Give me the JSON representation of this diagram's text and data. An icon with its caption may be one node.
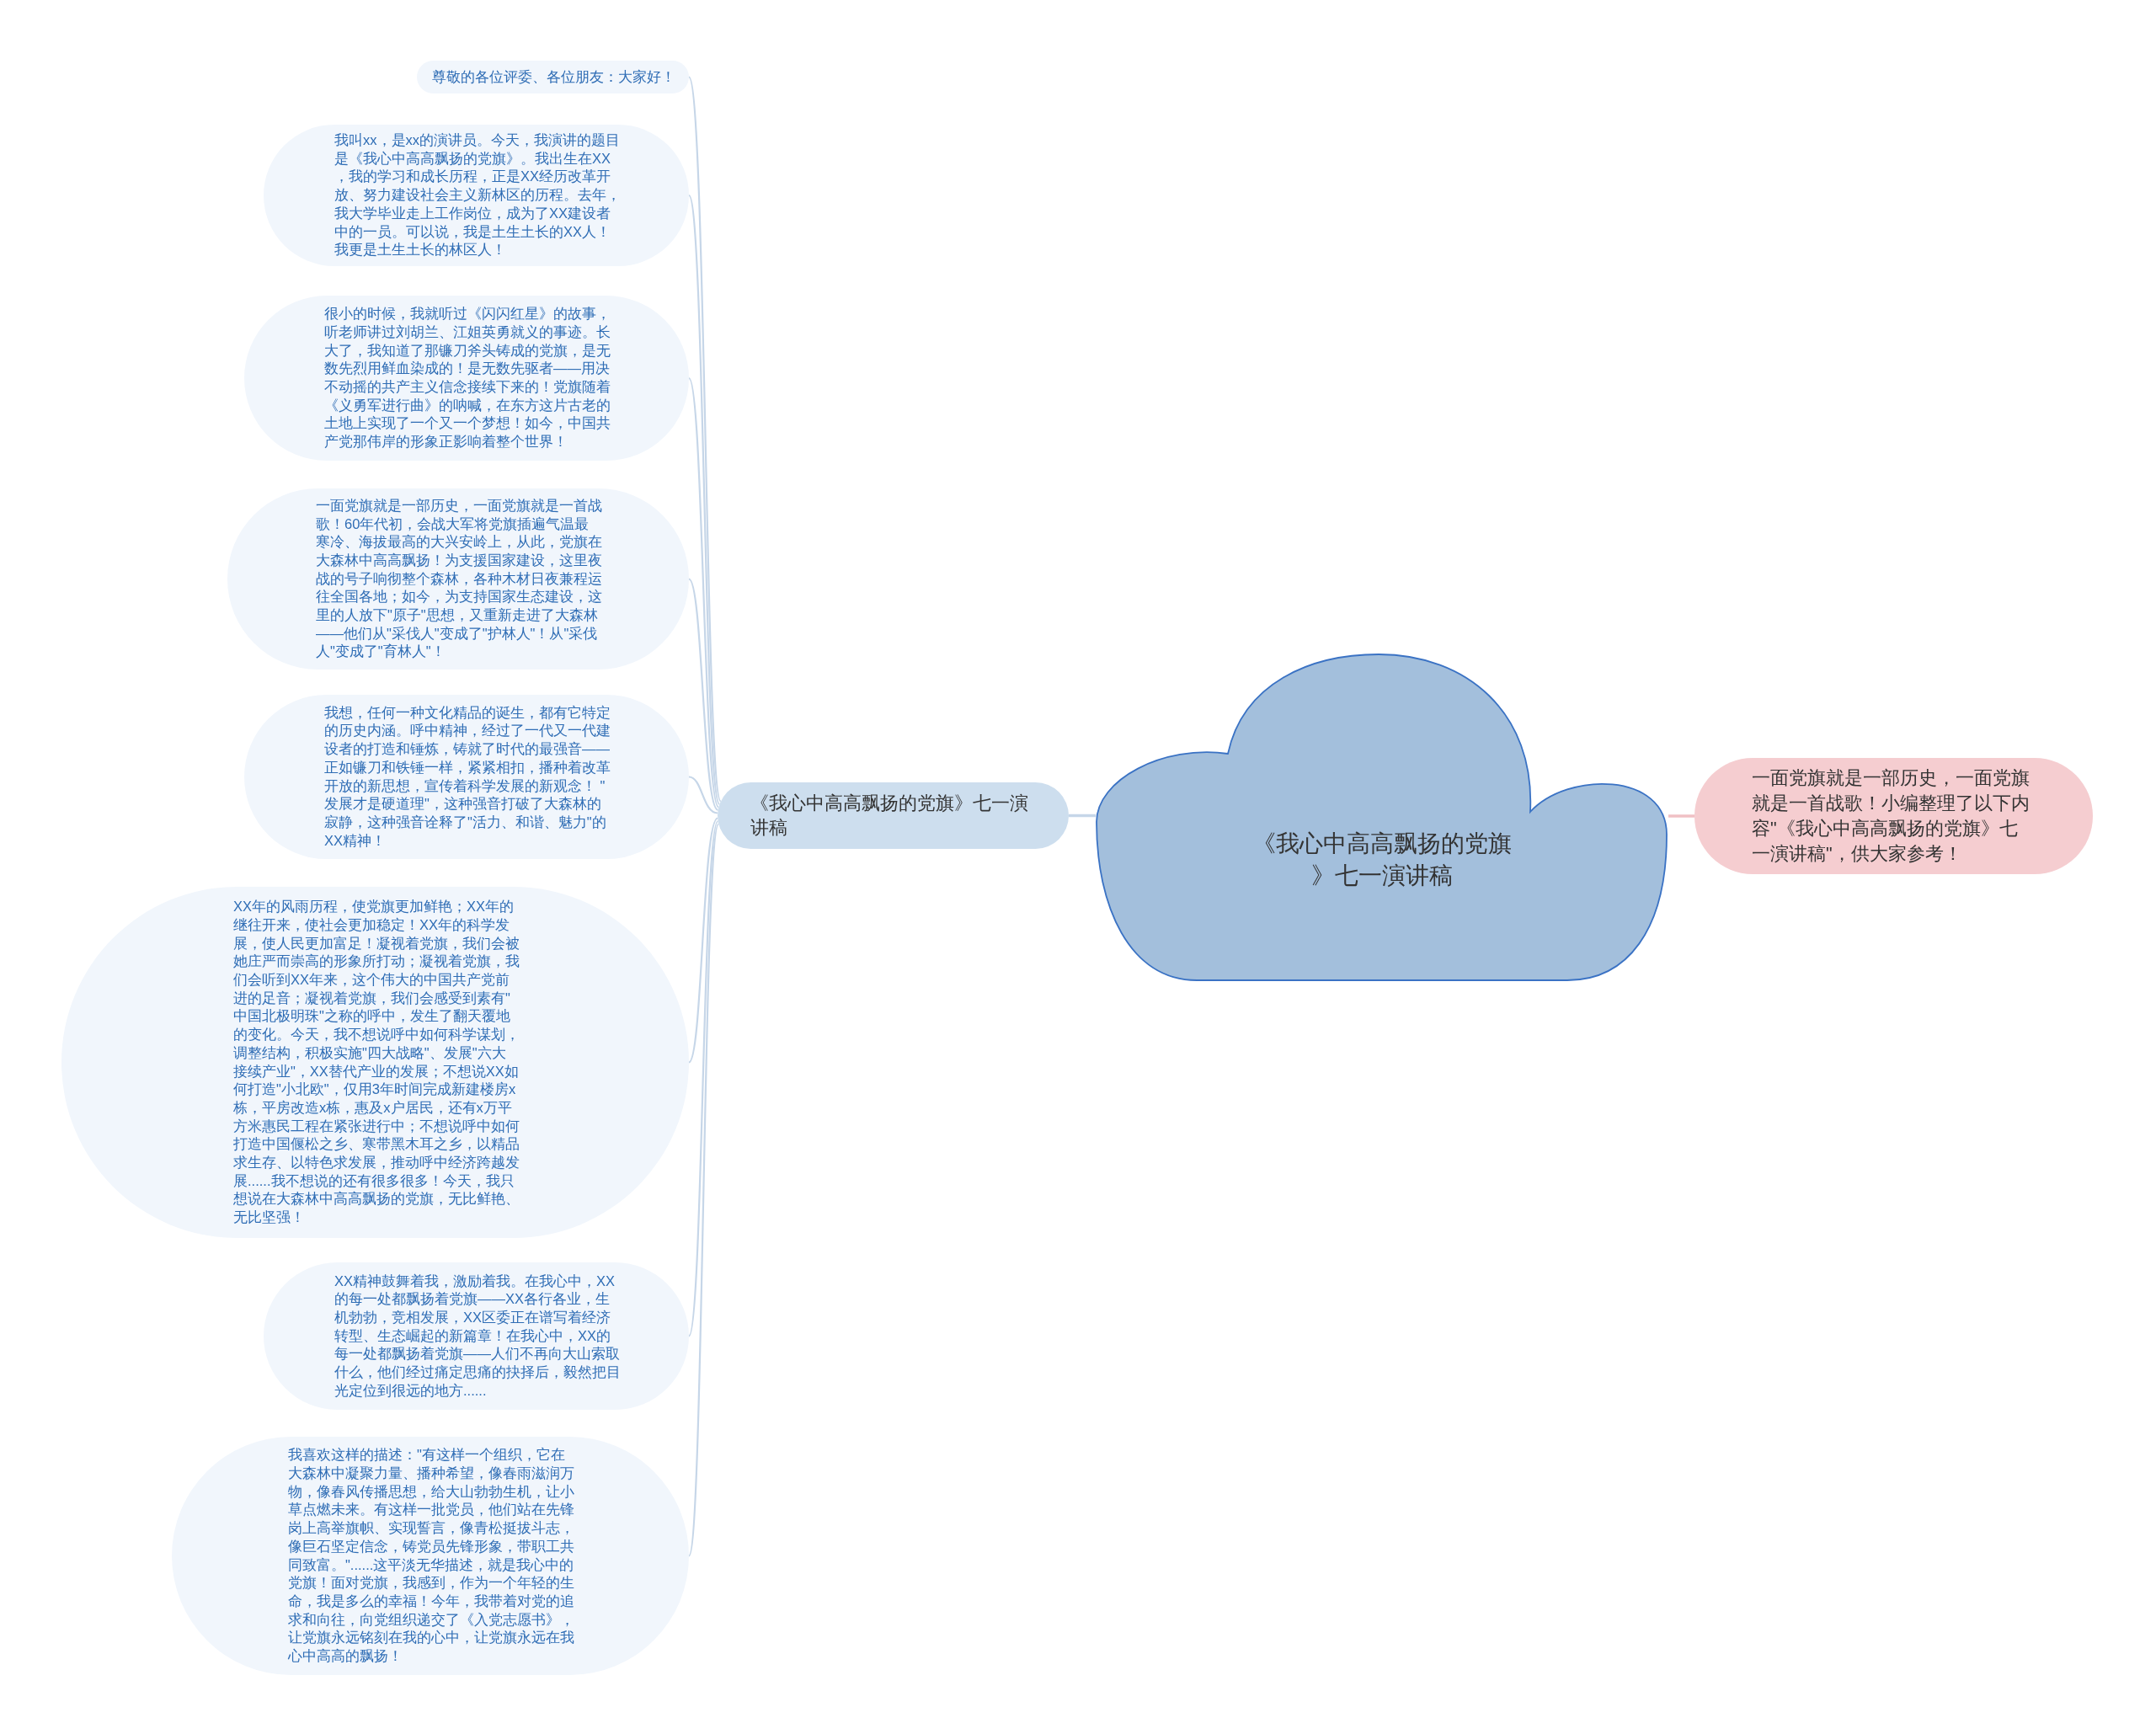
{
  "diagram": {
    "nodes": [
      {
        "text": [
          "《我心中高高飘扬的党旗》七一演讲稿"
        ]
      },
      {
        "text": [
          "一面党旗就是一部历史，一面党旗就是一首战歌！小编整理了以下内容\"《我心中高高飘扬的党旗》七一演讲稿\"，供大家参考！"
        ]
      },
      {
        "text": [
          "《我心中高高飘扬的党旗》七一演讲稿"
        ]
      },
      {
        "text": [
          "尊敬的各位评委、各位朋友：大家好！"
        ]
      },
      {
        "text": [
          "我叫xx，是xx的演讲员。今天，我演讲的题目是《我心中高高飘扬的党旗》。我出生在XX，我的学习和成长历程，正是XX经历改革开放、努力建设社会主义新林区的历程。去年，我大学毕业走上工作岗位，成为了XX建设者中的一员。可以说，我是土生土长的XX人！我更是土生土长的林区人！"
        ]
      },
      {
        "text": [
          "很小的时候，我就听过《闪闪红星》的故事，听老师讲过刘胡兰、江姐英勇就义的事迹。长大了，我知道了那镰刀斧头铸成的党旗，是无数先烈用鲜血染成的！是无数先驱者——用决不动摇的共产主义信念接续下来的！党旗随着《义勇军进行曲》的呐喊，在东方这片古老的土地上实现了一个又一个梦想！如今，中国共产党那伟岸的形象正影响着整个世界！"
        ]
      },
      {
        "text": [
          "一面党旗就是一部历史，一面党旗就是一首战歌！60年代初，会战大军将党旗插遍气温最寒冷、海拔最高的大兴安岭上，从此，党旗在大森林中高高飘扬！为支援国家建设，这里夜战的号子响彻整个森林，各种木材日夜兼程运往全国各地；如今，为支持国家生态建设，这里的人放下\"原子\"思想，又重新走进了大森林——他们从\"采伐人\"变成了\"护林人\"！从\"采伐人\"变成了\"育林人\"！"
        ]
      },
      {
        "text": [
          "我想，任何一种文化精品的诞生，都有它特定的历史内涵。呼中精神，经过了一代又一代建设者的打造和锤炼，铸就了时代的最强音——正如镰刀和铁锤一样，紧紧相扣，播种着改革开放的新思想，宣传着科学发展的新观念！ \"发展才是硬道理\"，这种强音打破了大森林的寂静，这种强音诠释了\"活力、和谐、魅力\"的XX精神！"
        ]
      },
      {
        "text": [
          "XX年的风雨历程，使党旗更加鲜艳；XX年的继往开来，使社会更加稳定！XX年的科学发展，使人民更加富足！凝视着党旗，我们会被她庄严而崇高的形象所打动；凝视着党旗，我们会听到XX年来，这个伟大的中国共产党前进的足音；凝视着党旗，我们会感受到素有\"中国北极明珠\"之称的呼中，发生了翻天覆地的变化。今天，我不想说呼中如何科学谋划，调整结构，积极实施\"四大战略\"、发展\"六大接续产业\"，XX替代产业的发展；不想说XX如何打造\"小北欧\"，仅用3年时间完成新建楼房x栋，平房改造x栋，惠及x户居民，还有x万平方米惠民工程在紧张进行中；不想说呼中如何打造中国偃松之乡、寒带黑木耳之乡，以精品求生存、以特色求发展，推动呼中经济跨越发展......我不想说的还有很多很多！今天，我只想说在大森林中高高飘扬的党旗，无比鲜艳、无比坚强！"
        ]
      },
      {
        "text": [
          "XX精神鼓舞着我，激励着我。在我心中，XX的每一处都飘扬着党旗——XX各行各业，生机勃勃，竞相发展，XX区委正在谱写着经济转型、生态崛起的新篇章！在我心中，XX的每一处都飘扬着党旗——人们不再向大山索取什么，他们经过痛定思痛的抉择后，毅然把目光定位到很远的地方......"
        ]
      },
      {
        "text": [
          "我喜欢这样的描述：\"有这样一个组织，它在大森林中凝聚力量、播种希望，像春雨滋润万物，像春风传播思想，给大山勃勃生机，让小草点燃未来。有这样一批党员，他们站在先锋岗上高举旗帜、实现誓言，像青松挺拔斗志，像巨石坚定信念，铸党员先锋形象，带职工共同致富。\"......这平淡无华描述，就是我心中的党旗！面对党旗，我感到，作为一个年轻的生命，我是多么的幸福！今年，我带着对党的追求和向往，向党组织递交了《入党志愿书》，让党旗永远铭刻在我的心中，让党旗永远在我心中高高的飘扬！"
        ]
      }
    ],
    "edges": [
      {
        "from": 0,
        "to": 1,
        "arrow": "none",
        "color": "#f0c0c4"
      },
      {
        "from": 0,
        "to": 2,
        "arrow": "none"
      },
      {
        "from": 2,
        "to": 3,
        "arrow": "none"
      },
      {
        "from": 2,
        "to": 4,
        "arrow": "none"
      },
      {
        "from": 2,
        "to": 5,
        "arrow": "none"
      },
      {
        "from": 2,
        "to": 6,
        "arrow": "none"
      },
      {
        "from": 2,
        "to": 7,
        "arrow": "none"
      },
      {
        "from": 2,
        "to": 8,
        "arrow": "none"
      },
      {
        "from": 2,
        "to": 9,
        "arrow": "none"
      },
      {
        "from": 2,
        "to": 10,
        "arrow": "none"
      }
    ]
  }
}
